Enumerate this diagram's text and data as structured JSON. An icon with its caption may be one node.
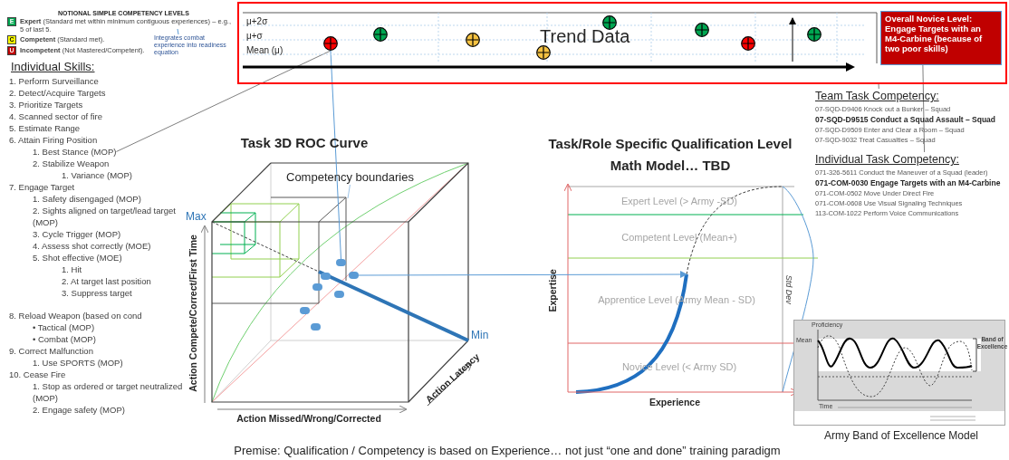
{
  "diagram": {
    "caption": "Premise: Qualification / Competency is based on Experience… not just “one and done” training paradigm",
    "nodes": [
      {
        "text": [
          "μ+2σ",
          "μ+σ",
          "Mean (μ)",
          "Trend Data"
        ]
      },
      {
        "text": [
          "Overall Novice Level: Engage Targets with an M4-Carbine (because of two poor skills)"
        ],
        "in": 0
      },
      {
        "text": [],
        "shape": "circle",
        "in": 0
      },
      {
        "text": [],
        "shape": "circle",
        "in": 0
      },
      {
        "text": [],
        "shape": "circle",
        "in": 0
      },
      {
        "text": [],
        "shape": "circle",
        "in": 0
      },
      {
        "text": [],
        "shape": "circle",
        "in": 0
      },
      {
        "text": [],
        "shape": "circle",
        "in": 0
      },
      {
        "text": [],
        "shape": "circle",
        "in": 0
      },
      {
        "text": [],
        "shape": "circle",
        "in": 0
      },
      {
        "text": [
          "Integrates combat experience into readiness equation"
        ]
      },
      {
        "text": [
          "1. Best Stance (MOP)"
        ]
      },
      {
        "text": [
          "Team Task Competency:",
          "07-SQD-D9406 Knock out a Bunker – Squad",
          "07-SQD-D9515 Conduct a Squad Assault – Squad",
          "07-SQD-D9509 Enter and Clear a Room – Squad",
          "07-SQD-9032 Treat Casualties – Squad"
        ]
      },
      {
        "text": [
          "Individual Task Competency:",
          "071-326-5611 Conduct the Maneuver of a Squad (leader)",
          "071-COM-0030 Engage Targets with an M4-Carbine",
          "071-COM-0502 Move Under Direct Fire",
          "071-COM-0608 Use Visual Signaling Techniques",
          "113-COM-1022 Perform Voice Communications"
        ]
      },
      {
        "text": [
          "Competency boundaries"
        ]
      },
      {
        "text": [],
        "shape": "circle"
      },
      {
        "text": [],
        "shape": "circle"
      },
      {
        "text": [],
        "shape": "circle"
      },
      {
        "text": [],
        "shape": "circle"
      },
      {
        "text": [],
        "shape": "circle"
      },
      {
        "text": [],
        "shape": "circle"
      },
      {
        "text": [],
        "shape": "circle"
      },
      {
        "text": [],
        "shape": "curve"
      }
    ],
    "edges": [
      {
        "from": 11,
        "to": 2,
        "arrow": "none"
      },
      {
        "from": 2,
        "to": 20,
        "arrow": "none",
        "color": "#5b9bd5"
      },
      {
        "from": 21,
        "to": 22,
        "arrow": "to",
        "color": "#5b9bd5"
      },
      {
        "from": 14,
        "to": null,
        "arrow": "none",
        "color": "#9dc3e6"
      },
      {
        "from": 10,
        "to": null,
        "arrow": "none",
        "color": "#5b9bd5"
      },
      {
        "from": 0,
        "to": 12,
        "arrow": "none"
      },
      {
        "from": 1,
        "to": 13,
        "arrow": "none"
      }
    ],
    "labels": [
      "NOTIONAL SIMPLE COMPETENCY LEVELS",
      "E",
      "C",
      "U",
      "Individual Skills:",
      "1. Perform Surveillance",
      "2. Detect/Acquire Targets",
      "3. Prioritize Targets",
      "4. Scanned sector of fire",
      "5. Estimate Range",
      "6. Attain Firing Position",
      "2. Stabilize Weapon",
      "1. Variance (MOP)",
      "7. Engage Target",
      "1. Safety disengaged (MOP)",
      "2. Sights aligned on target/lead target (MOP)",
      "3. Cycle Trigger (MOP)",
      "4. Assess shot correctly (MOE)",
      "5. Shot effective (MOE)",
      "1. Hit",
      "2. At target last position",
      "3. Suppress target",
      "8. Reload Weapon (based on cond",
      "• Tactical (MOP)",
      "• Combat (MOP)",
      "9. Correct Malfunction",
      "1. Use SPORTS (MOP)",
      "10. Cease Fire",
      "1. Stop as ordered or target neutralized (MOP)",
      "2. Engage safety (MOP)",
      "Task 3D ROC Curve",
      "Max",
      "Min",
      "Action Compete/Correct/First Time",
      "Action Missed/Wrong/Corrected",
      "Action Latency",
      "Task/Role Specific Qualification Level Math Model… TBD",
      "Expert Level (> Army -SD)",
      "Competent Level (Mean+)",
      "Apprentice Level (Army Mean - SD)",
      "Novice Level (< Army SD)",
      "Std Dev",
      "Expertise",
      "Experience",
      "Proficiency",
      "Mean",
      "Band of Excellence",
      "Time",
      "Army Band of Excellence Model"
    ],
    "legend": [
      {
        "text": "**Expert** (Standard met within minimum contiguous experiences) – e.g., 5 of last 5.",
        "color": "#00a651"
      },
      {
        "text": "**Competent** (Standard met).",
        "color": "#ffff00"
      },
      {
        "text": "**Incompetent** (Not Mastered/Competent).",
        "color": "#c00000"
      }
    ]
  }
}
